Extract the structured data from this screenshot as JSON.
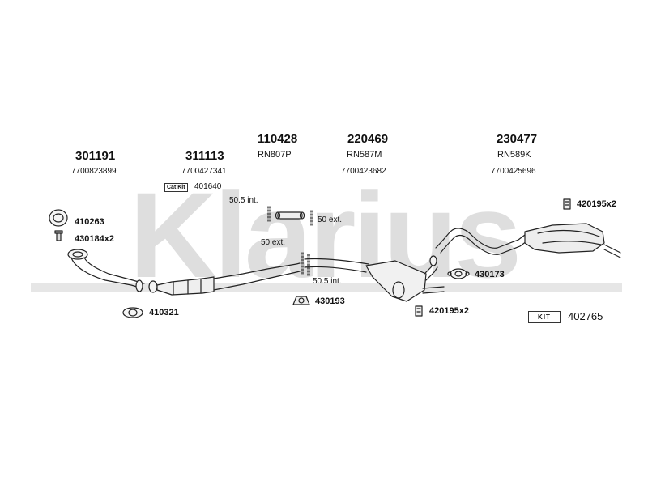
{
  "watermark": "Klarius",
  "groups": [
    {
      "part": "301191",
      "oem": "7700823899"
    },
    {
      "part": "311113",
      "oem": "7700427341"
    },
    {
      "part": "110428",
      "ref": "RN807P"
    },
    {
      "part": "220469",
      "ref": "RN587M",
      "oem": "7700423682"
    },
    {
      "part": "230477",
      "ref": "RN589K",
      "oem": "7700425696"
    }
  ],
  "catkit": {
    "badge": "Cat Kit",
    "part": "401640"
  },
  "notes": {
    "n1": "50.5 int.",
    "n2": "50 ext.",
    "n3": "50 ext.",
    "n4": "50.5 int."
  },
  "fittings": {
    "f410263": "410263",
    "f430184": "430184x2",
    "f410321": "410321",
    "f430193": "430193",
    "f420195a": "420195x2",
    "f430173": "430173",
    "f420195b": "420195x2"
  },
  "kit": {
    "badge": "KIT",
    "part": "402765"
  },
  "colors": {
    "line": "#222222",
    "watermark": "#d9d9d9",
    "fill": "#f2f2f2"
  }
}
